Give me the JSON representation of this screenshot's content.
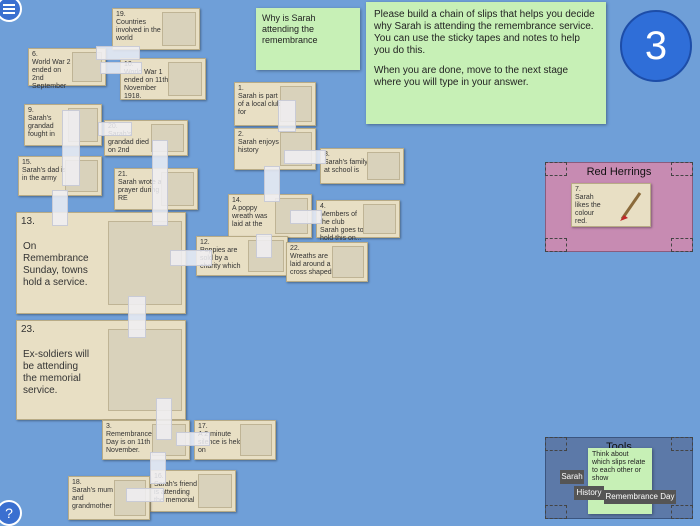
{
  "menu_icon": "hamburger-icon",
  "help_label": "?",
  "timer": {
    "value": "3",
    "color": "#2f6ed8"
  },
  "question_note": "Why is Sarah attending the remembrance",
  "instructions": {
    "p1": "Please build a chain of slips that helps you decide why Sarah is attending the remembrance service. You can use the sticky tapes and notes to help you do this.",
    "p2": "When you are done, move to the next stage where you will type in your answer."
  },
  "red_herrings": {
    "title": "Red Herrings",
    "slip": {
      "num": "7.",
      "text": "Sarah likes the colour red."
    }
  },
  "tools": {
    "title": "Tools",
    "note_text": "Think about which slips relate to each other or show",
    "labels": [
      "Sarah",
      "History",
      "Remembrance Day"
    ]
  },
  "slips": [
    {
      "id": "s19",
      "num": "19.",
      "text": "Countries involved in the world"
    },
    {
      "id": "s6",
      "num": "6.",
      "text": "World War 2 ended on 2nd September"
    },
    {
      "id": "s10",
      "num": "10.",
      "text": "World War 1 ended on 11th November 1918."
    },
    {
      "id": "s9",
      "num": "9.",
      "text": "Sarah's grandad fought in"
    },
    {
      "id": "s20",
      "num": "20.",
      "text": "Sarah's grandad died on 2nd"
    },
    {
      "id": "s15",
      "num": "15.",
      "text": "Sarah's dad is in the army"
    },
    {
      "id": "s21",
      "num": "21.",
      "text": "Sarah wrote a prayer during RE"
    },
    {
      "id": "s13",
      "num": "13.",
      "text": "On Remembrance Sunday, towns hold a service."
    },
    {
      "id": "s23",
      "num": "23.",
      "text": "Ex-soldiers will be attending the memorial service."
    },
    {
      "id": "s1",
      "num": "1.",
      "text": "Sarah is part of a local club for"
    },
    {
      "id": "s2",
      "num": "2.",
      "text": "Sarah enjoys history"
    },
    {
      "id": "s8",
      "num": "8.",
      "text": "Sarah's family at school is"
    },
    {
      "id": "s14",
      "num": "14.",
      "text": "A poppy wreath was laid at the"
    },
    {
      "id": "s4",
      "num": "4.",
      "text": "Members of the club Sarah goes to hold this on..."
    },
    {
      "id": "s12",
      "num": "12.",
      "text": "Poppies are sold by a charity which"
    },
    {
      "id": "s22",
      "num": "22.",
      "text": "Wreaths are laid around a cross shaped"
    },
    {
      "id": "s3",
      "num": "3.",
      "text": "Remembrance Day is on 11th November."
    },
    {
      "id": "s17",
      "num": "17.",
      "text": "A 2 minute silence is held on"
    },
    {
      "id": "s16",
      "num": "16.",
      "text": "Sarah's friend is attending the memorial"
    },
    {
      "id": "s18",
      "num": "18.",
      "text": "Sarah's mum and grandmother"
    }
  ]
}
